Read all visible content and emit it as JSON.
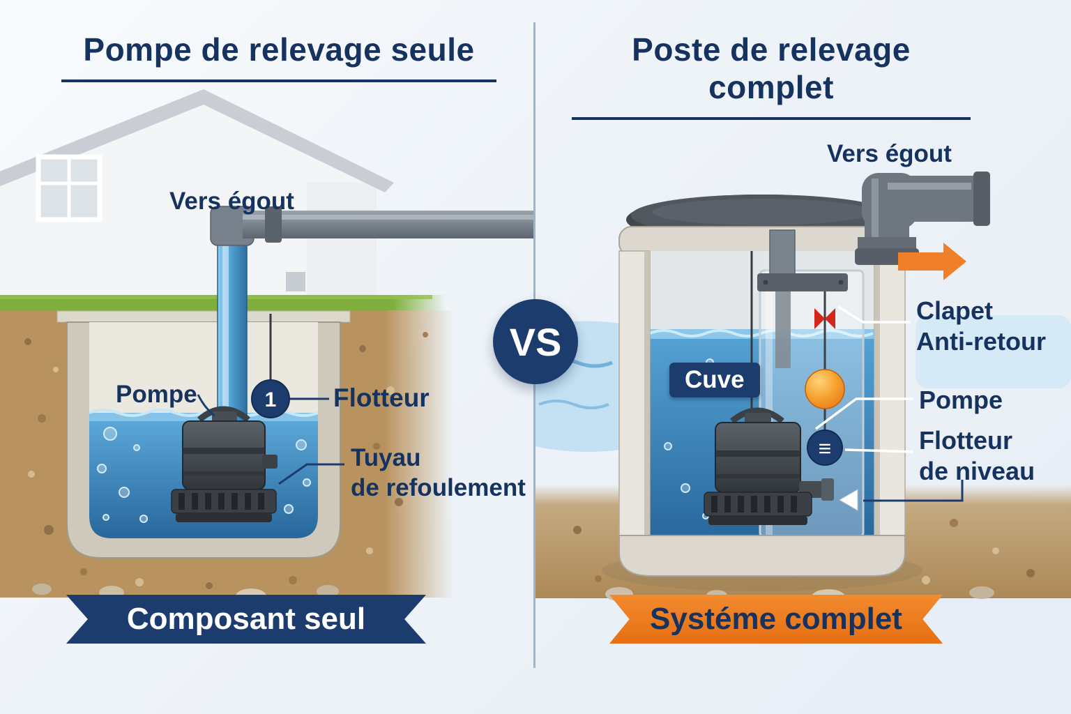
{
  "center": {
    "vs": "VS"
  },
  "colors": {
    "navy": "#1d3c6e",
    "orange": "#e87a1e",
    "water_blue": "#2f77ad",
    "pipe_blue": "#4f9dd0",
    "soil": "#b9935f",
    "grass": "#7fae3d"
  },
  "left": {
    "title": "Pompe de relevage seule",
    "banner": "Composant seul",
    "labels": {
      "vers_egout": "Vers égout",
      "pompe": "Pompe",
      "flotteur": "Flotteur",
      "tuyau_line1": "Tuyau",
      "tuyau_line2": "de refoulement",
      "float_number": "1"
    }
  },
  "right": {
    "title": "Poste de relevage complet",
    "banner": "Systéme complet",
    "labels": {
      "vers_egout": "Vers égout",
      "cuve": "Cuve",
      "clapet_line1": "Clapet",
      "clapet_line2": "Anti-retour",
      "pompe": "Pompe",
      "flotteur_line1": "Flotteur",
      "flotteur_line2": "de niveau",
      "level_icon": "≡"
    }
  }
}
